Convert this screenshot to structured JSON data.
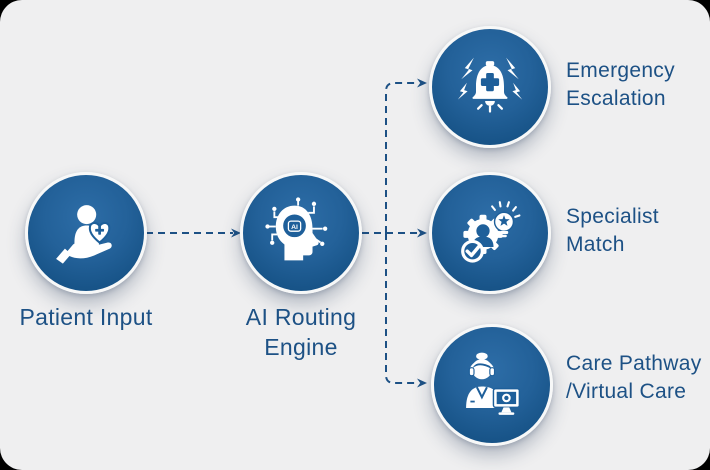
{
  "diagram": {
    "patient": {
      "label": "Patient Input"
    },
    "engine": {
      "line1": "AI Routing",
      "line2": "Engine",
      "badge": "AI"
    },
    "outputs": [
      {
        "line1": "Emergency",
        "line2": "Escalation"
      },
      {
        "line1": "Specialist",
        "line2": "Match"
      },
      {
        "line1": "Care Pathway",
        "line2": "/Virtual Care"
      }
    ]
  },
  "icons": {
    "patient": "hand-holding-patient-icon",
    "engine": "ai-head-circuit-icon",
    "emergency": "alarm-bell-cross-icon",
    "specialist": "gear-person-check-icon",
    "care": "telehealth-doctor-monitor-icon"
  },
  "colors": {
    "card_background": "#efeff0",
    "node_blue_light": "#2d6da7",
    "node_blue": "#1e5f9a",
    "node_blue_dark": "#124c80",
    "label_text": "#1d5185",
    "connector": "#1d5185",
    "icon_white": "#ffffff"
  }
}
